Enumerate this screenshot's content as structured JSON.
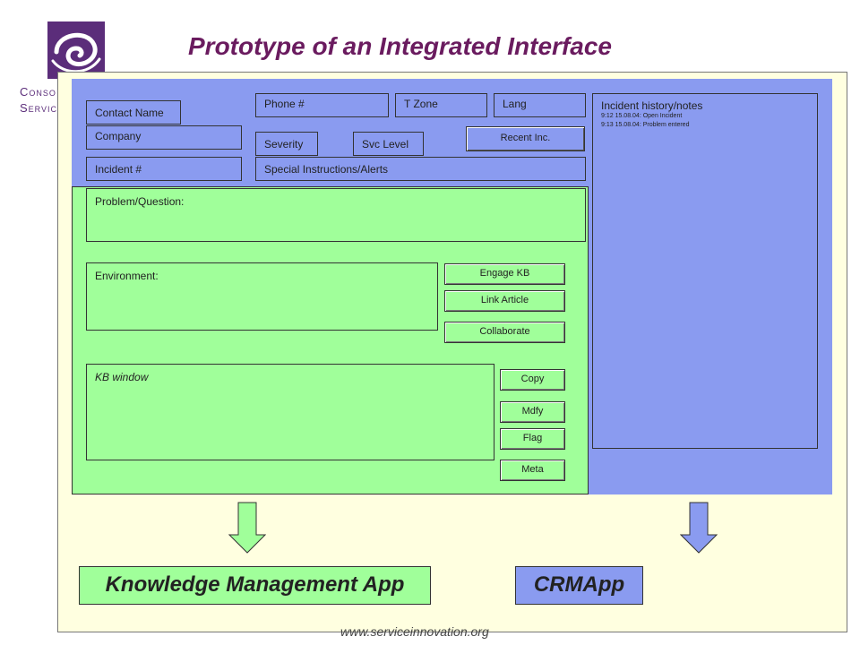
{
  "brand": {
    "line1": "Conso",
    "line2": "Service"
  },
  "title": "Prototype of an Integrated Interface",
  "fields": {
    "contact_name": "Contact Name",
    "company": "Company",
    "incident": "Incident #",
    "phone": "Phone #",
    "t_zone": "T Zone",
    "lang": "Lang",
    "severity": "Severity",
    "svc_level": "Svc Level",
    "recent_inc": "Recent Inc.",
    "special_instructions": "Special Instructions/Alerts"
  },
  "history": {
    "title": "Incident history/notes",
    "entries": [
      "9:12 15.08.04: Open Incident",
      "9:13 15.08.04: Problem entered"
    ]
  },
  "knowledge": {
    "problem_label": "Problem/Question:",
    "environment_label": "Environment:",
    "kb_label": "KB window",
    "engage_kb": "Engage KB",
    "link_article": "Link Article",
    "collaborate": "Collaborate",
    "copy": "Copy",
    "mdfy": "Mdfy",
    "flag": "Flag",
    "meta": "Meta"
  },
  "apps": {
    "km_app": "Knowledge Management App",
    "crm_app": "CRMApp"
  },
  "footer_url": "www.serviceinnovation.org",
  "colors": {
    "blue_panel": "#8a9bf0",
    "green_panel": "#a0ff9a",
    "yellow_panel": "#ffffe0",
    "title": "#6a1b5f"
  }
}
